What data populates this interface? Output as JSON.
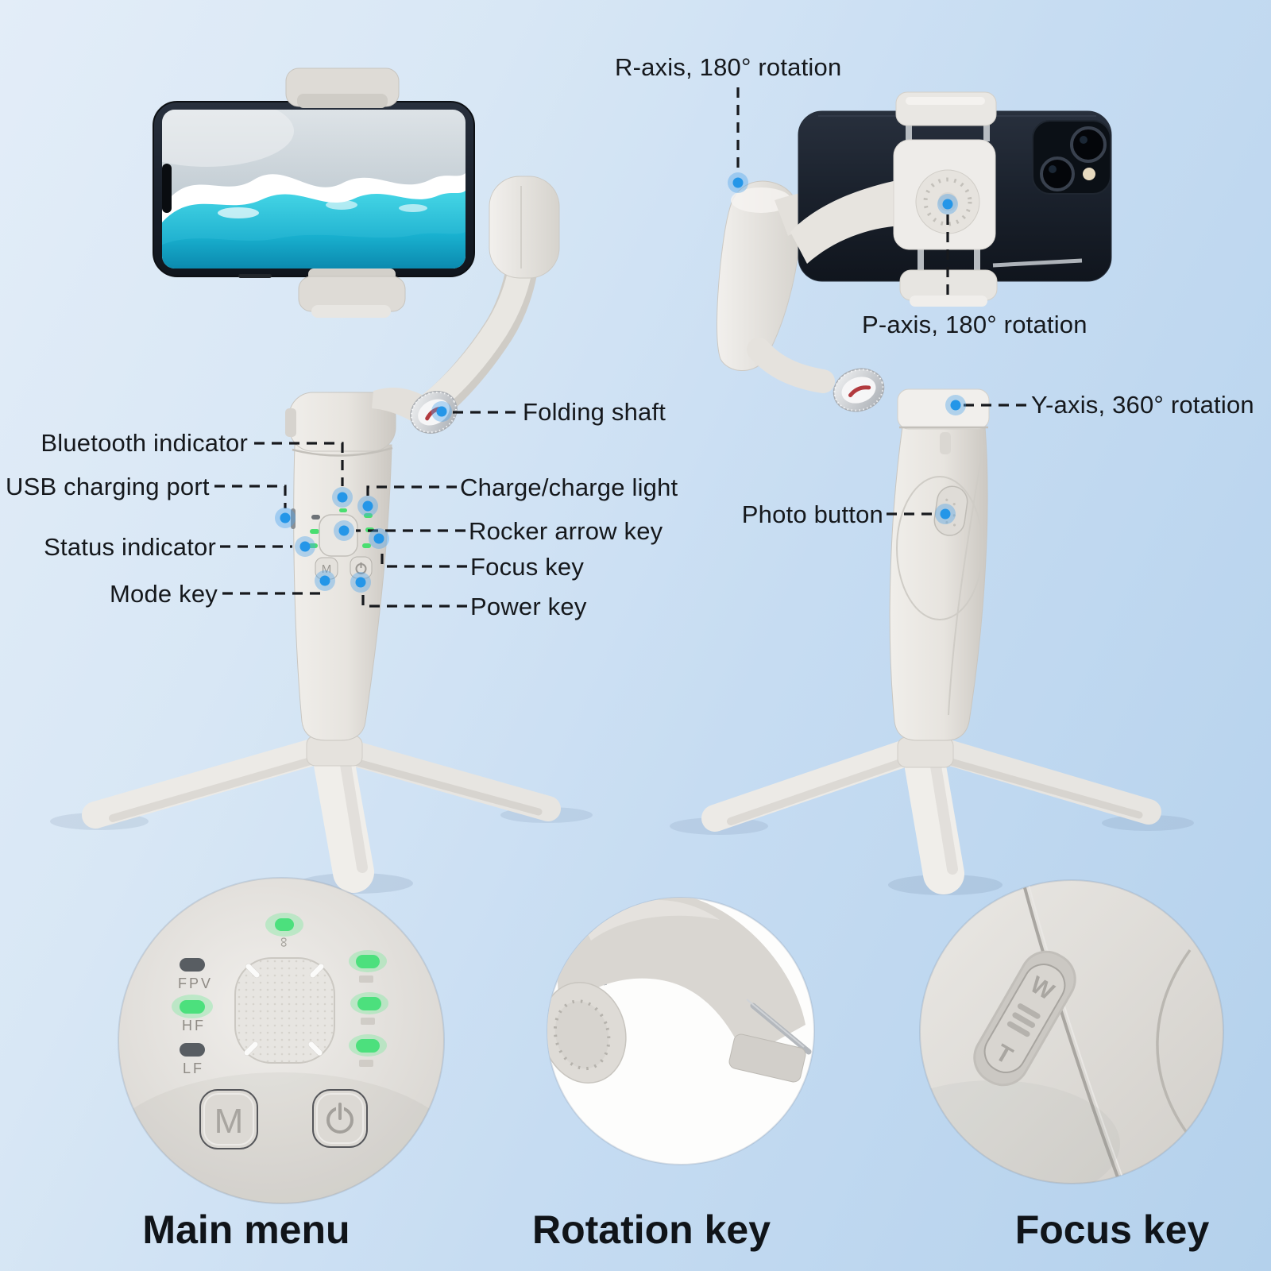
{
  "title": "Smartphone gimbal stabilizer parts diagram",
  "colors": {
    "background_light": "#e3edf8",
    "background_deep": "#b4d1ec",
    "label_text": "#15181c",
    "callout_dot_blue": "#2a9be8",
    "led_green": "#4ce07d",
    "led_off": "#585d62",
    "folding_shaft_stripe_red": "#b23a3f",
    "device_body_gray": "#e7e4df",
    "phone_back_navy": "#161d28",
    "phone_screen_sea_teal": "#12aacb"
  },
  "callouts": {
    "r_axis": "R-axis, 180° rotation",
    "p_axis": "P-axis, 180° rotation",
    "y_axis": "Y-axis, 360° rotation",
    "folding_shaft": "Folding shaft",
    "bluetooth": "Bluetooth indicator",
    "usb": "USB charging port",
    "charge": "Charge/charge light",
    "rocker": "Rocker arrow key",
    "status": "Status indicator",
    "focus": "Focus key",
    "mode": "Mode key",
    "power": "Power key",
    "photo": "Photo button"
  },
  "captions": {
    "main_menu": "Main menu",
    "rotation_key": "Rotation key",
    "focus_key": "Focus key"
  },
  "main_menu_panel": {
    "led_labels": [
      "FPV",
      "HF",
      "LF"
    ],
    "mode_button": "M"
  },
  "focus_slider": {
    "wide": "W",
    "tele": "T"
  }
}
